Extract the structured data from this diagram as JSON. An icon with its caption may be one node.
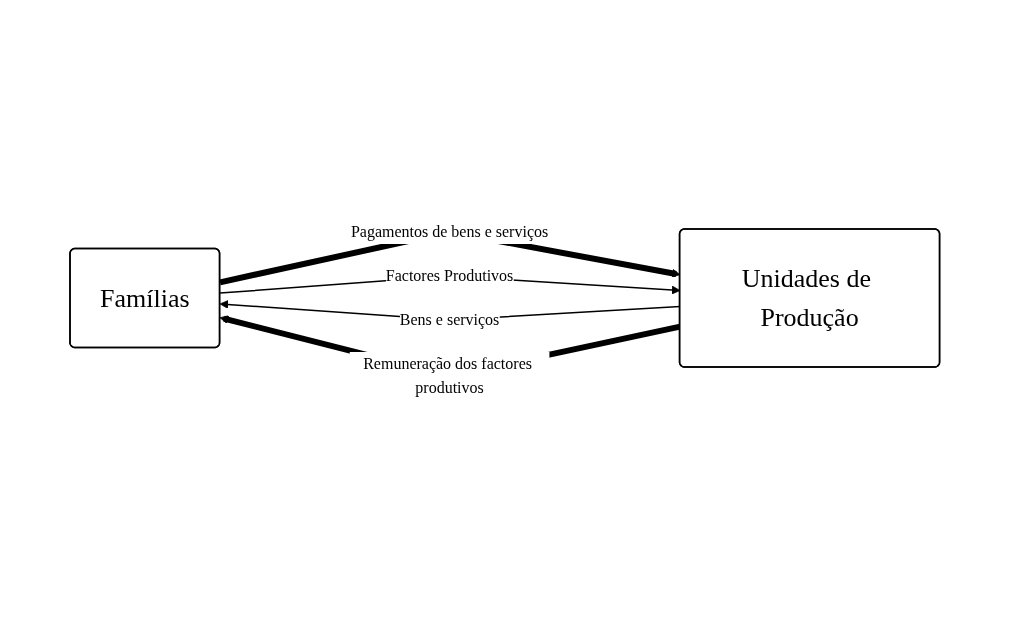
{
  "diagram": {
    "nodes": [
      {
        "text": [
          "Famílias"
        ]
      },
      {
        "text": [
          "Unidades de Produção"
        ]
      }
    ],
    "edges": [
      {
        "from": 0,
        "to": 1,
        "arrow": "to",
        "style": "thick",
        "label": "Pagamentos de bens e serviços"
      },
      {
        "from": 1,
        "to": 0,
        "arrow": "to",
        "label": "Bens e serviços"
      },
      {
        "from": 0,
        "to": 1,
        "arrow": "to",
        "label": "Factores Produtivos"
      },
      {
        "from": 1,
        "to": 0,
        "arrow": "to",
        "style": "thick",
        "label": "Remuneração dos factores produtivos"
      }
    ]
  }
}
